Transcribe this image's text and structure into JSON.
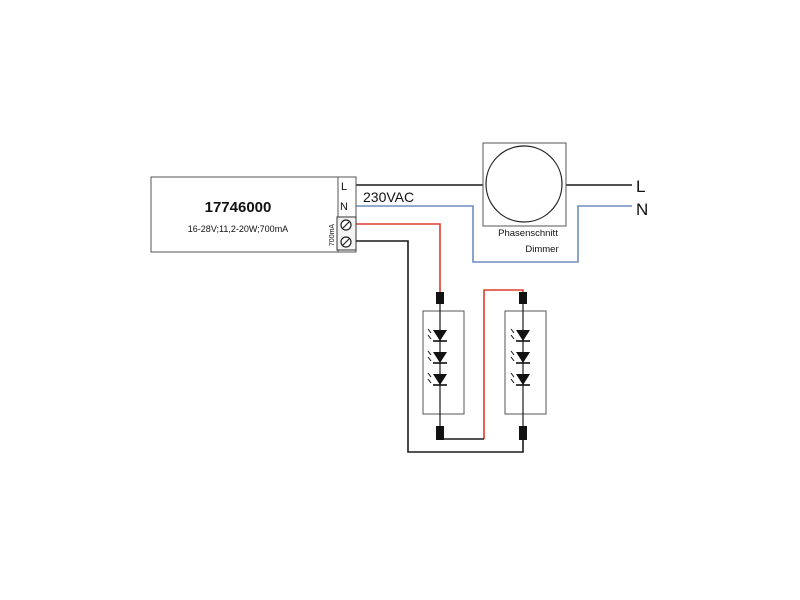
{
  "driver": {
    "model": "17746000",
    "spec": "16-28V;11,2-20W;700mA",
    "terminal_L": "L",
    "terminal_N": "N",
    "output_label": "700mA"
  },
  "mains": {
    "voltage_label": "230VAC",
    "line_label": "L",
    "neutral_label": "N"
  },
  "dimmer": {
    "label_line1": "Phasenschnitt",
    "label_line2": "Dimmer"
  },
  "colors": {
    "wire_black": "#1a1a1a",
    "wire_red": "#e03c2a",
    "wire_blue": "#6d8fc0",
    "box_border": "#555555",
    "box_fill": "#ffffff"
  }
}
